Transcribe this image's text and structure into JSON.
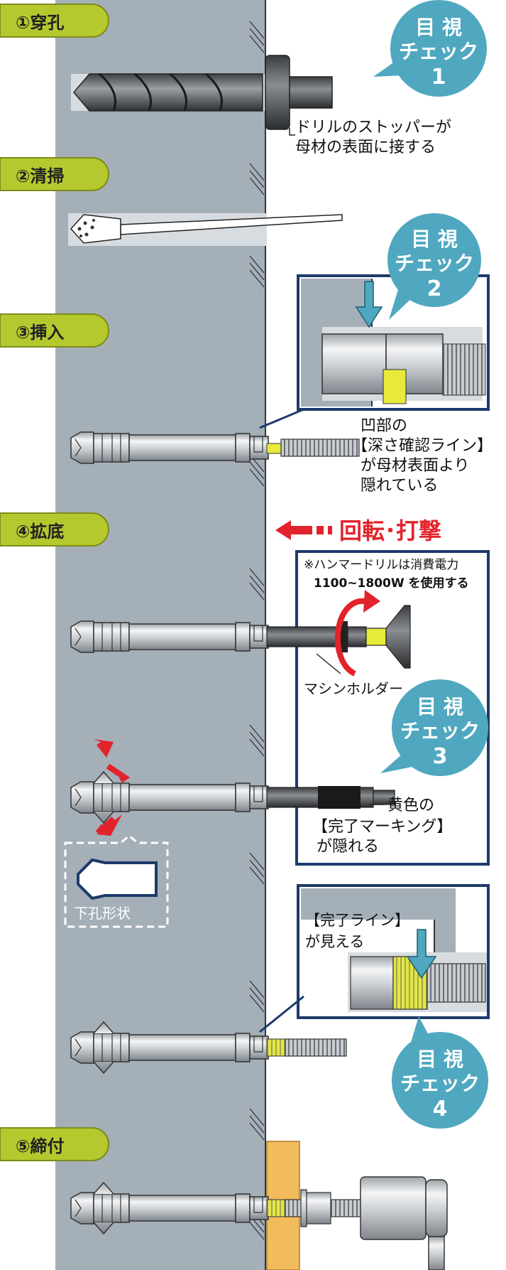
{
  "steps": [
    {
      "label": "①穿孔"
    },
    {
      "label": "②清掃"
    },
    {
      "label": "③挿入"
    },
    {
      "label": "④拡底"
    },
    {
      "label": "⑤締付"
    }
  ],
  "visual_checks": [
    {
      "line1": "目 視",
      "line2": "チェック",
      "num": "1"
    },
    {
      "line1": "目 視",
      "line2": "チェック",
      "num": "2"
    },
    {
      "line1": "目 視",
      "line2": "チェック",
      "num": "3"
    },
    {
      "line1": "目 視",
      "line2": "チェック",
      "num": "4"
    }
  ],
  "notes": {
    "drill_stopper": [
      "ドリルのストッパーが",
      "母材の表面に接する"
    ],
    "depth_line": [
      "凹部の",
      "【深さ確認ライン】",
      "が母材表面より",
      "隠れている"
    ],
    "rotation": "回転･打撃",
    "hammer_drill": [
      "※ハンマードリルは消費電力",
      "1100~1800W を使用する"
    ],
    "machine_holder": "マシンホルダー",
    "marking": [
      "黄色の",
      "【完了マーキング】",
      "が隠れる"
    ],
    "hole_shape": "下孔形状",
    "complete_line": [
      "【完了ライン】",
      "が見える"
    ]
  },
  "colors": {
    "badge": "#b5c92e",
    "check_bubble": "#4fa8bf",
    "wall": "#a4afb8",
    "frame": "#1d3a6b",
    "arrow_red": "#e3232b",
    "yellow": "#e8ea3a",
    "plate": "#f2bb5b"
  }
}
